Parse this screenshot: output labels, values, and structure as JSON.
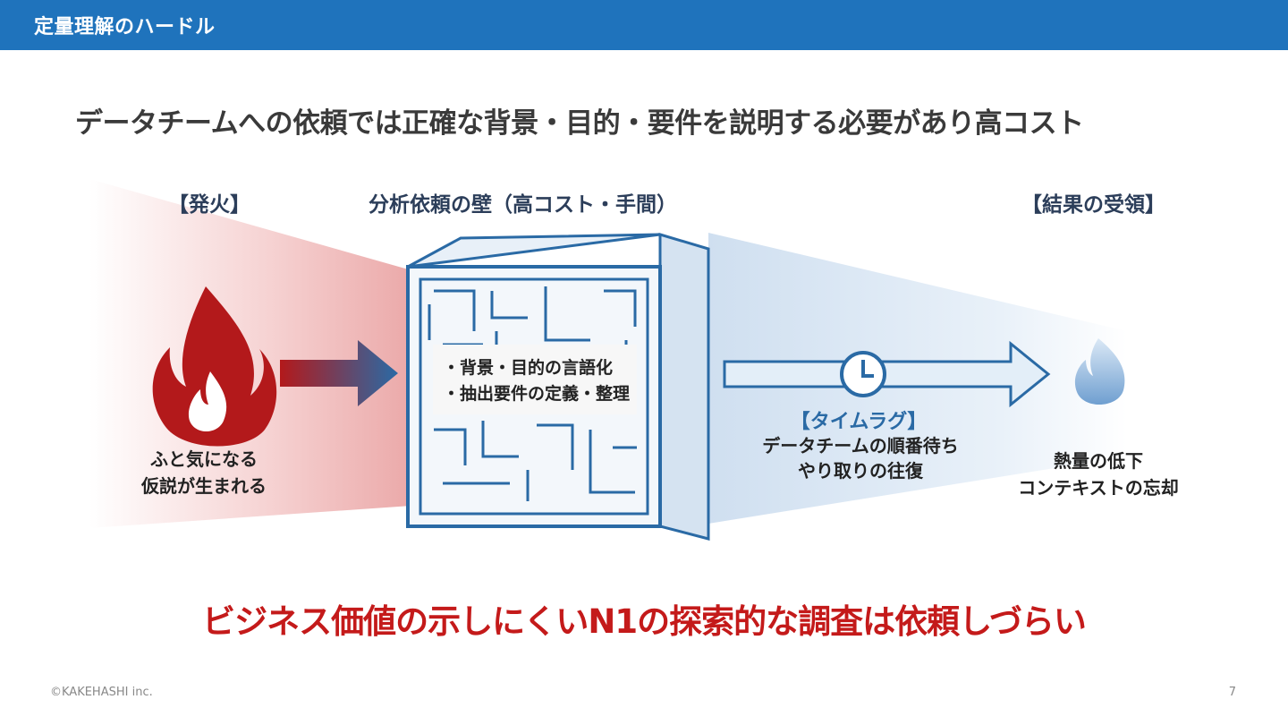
{
  "header": {
    "title": "定量理解のハードル"
  },
  "subtitle": "データチームへの依頼では正確な背景・目的・要件を説明する必要があり高コスト",
  "diagram": {
    "left_title": "【発火】",
    "center_title": "分析依頼の壁（高コスト・手間）",
    "right_title": "【結果の受領】",
    "left_caption": [
      "ふと気になる",
      "仮説が生まれる"
    ],
    "wall_text": [
      "・背景・目的の言語化",
      "・抽出要件の定義・整理"
    ],
    "timelag_title": "【タイムラグ】",
    "timelag_caption": [
      "データチームの順番待ち",
      "やり取りの往復"
    ],
    "right_caption": [
      "熱量の低下",
      "コンテキストの忘却"
    ],
    "icons": [
      "fire-icon",
      "arrow-icon",
      "maze-icon",
      "clock-icon",
      "small-flame-icon"
    ],
    "colors": {
      "red": "#b3191b",
      "blue": "#2a6aa5",
      "lightblue": "#dbe9f6"
    }
  },
  "conclusion": "ビジネス価値の示しにくいN1の探索的な調査は依頼しづらい",
  "footer": {
    "copyright": "©KAKEHASHI inc.",
    "page": "7"
  }
}
